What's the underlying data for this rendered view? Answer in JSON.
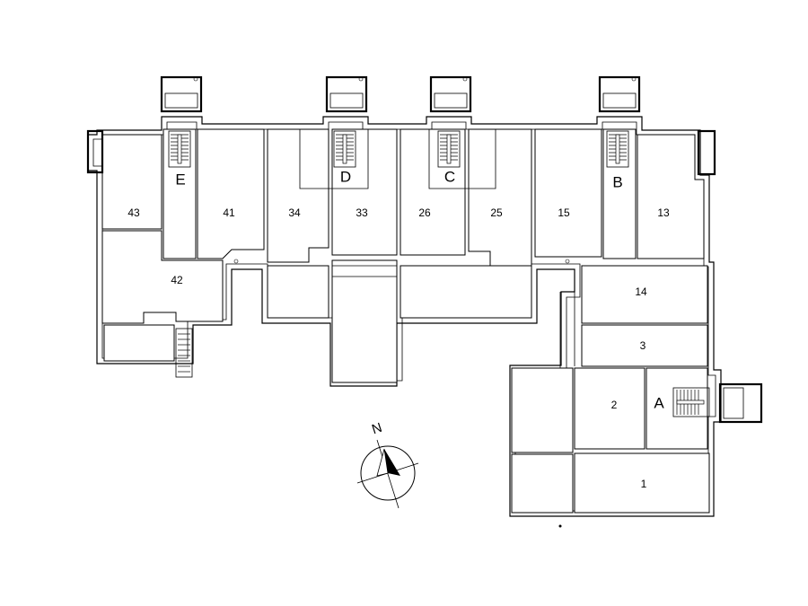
{
  "plan": {
    "rooms": [
      {
        "id": "43",
        "label": "43"
      },
      {
        "id": "42",
        "label": "42"
      },
      {
        "id": "41",
        "label": "41"
      },
      {
        "id": "34",
        "label": "34"
      },
      {
        "id": "33",
        "label": "33"
      },
      {
        "id": "26",
        "label": "26"
      },
      {
        "id": "25",
        "label": "25"
      },
      {
        "id": "15",
        "label": "15"
      },
      {
        "id": "13",
        "label": "13"
      },
      {
        "id": "14",
        "label": "14"
      },
      {
        "id": "3",
        "label": "3"
      },
      {
        "id": "2",
        "label": "2"
      },
      {
        "id": "1",
        "label": "1"
      }
    ],
    "stairwells": [
      {
        "id": "E",
        "label": "E"
      },
      {
        "id": "D",
        "label": "D"
      },
      {
        "id": "C",
        "label": "C"
      },
      {
        "id": "B",
        "label": "B"
      },
      {
        "id": "A",
        "label": "A"
      }
    ],
    "compass": {
      "label": "N"
    }
  }
}
